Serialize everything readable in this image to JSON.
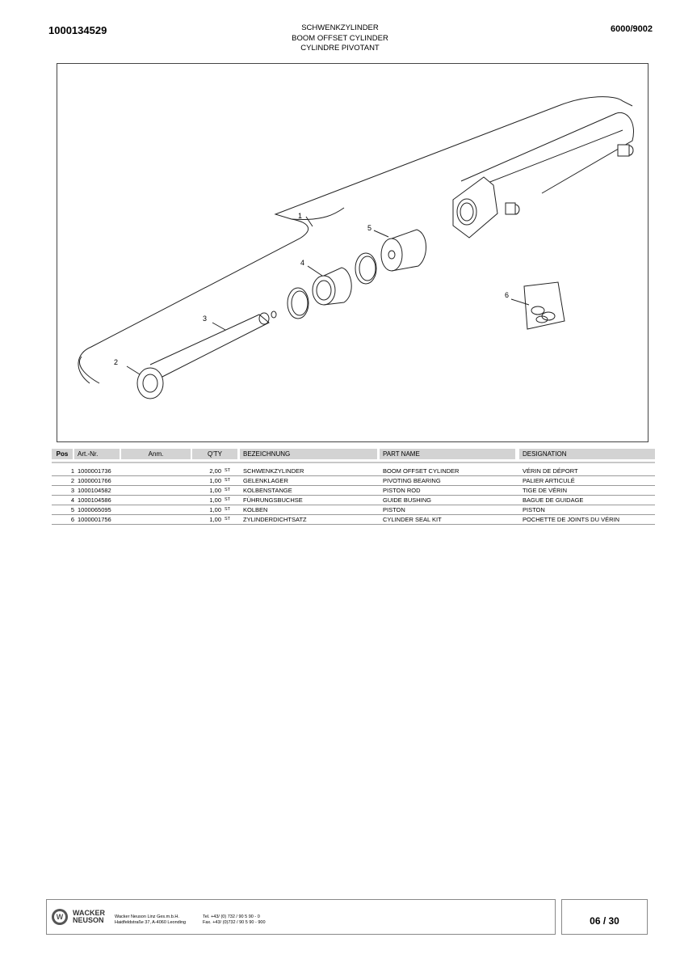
{
  "header": {
    "doc_number": "1000134529",
    "model": "6000/9002",
    "title_de": "SCHWENKZYLINDER",
    "title_en": "BOOM OFFSET CYLINDER",
    "title_fr": "CYLINDRE PIVOTANT"
  },
  "drawing": {
    "callouts": [
      "1",
      "2",
      "3",
      "4",
      "5",
      "6"
    ]
  },
  "table": {
    "headers": {
      "pos": "Pos",
      "art": "Art.-Nr.",
      "anm": "Anm.",
      "qty": "Q'TY",
      "de": "BEZEICHNUNG",
      "en": "PART NAME",
      "fr": "DESIGNATION"
    },
    "rows": [
      {
        "pos": "1",
        "art": "1000001736",
        "qty": "2,00",
        "unit": "ST",
        "de": "SCHWENKZYLINDER",
        "en": "BOOM OFFSET CYLINDER",
        "fr": "VÉRIN DE DÉPORT"
      },
      {
        "pos": "2",
        "art": "1000001766",
        "qty": "1,00",
        "unit": "ST",
        "de": "GELENKLAGER",
        "en": "PIVOTING BEARING",
        "fr": "PALIER ARTICULÉ"
      },
      {
        "pos": "3",
        "art": "1000104582",
        "qty": "1,00",
        "unit": "ST",
        "de": "KOLBENSTANGE",
        "en": "PISTON ROD",
        "fr": "TIGE DE VÉRIN"
      },
      {
        "pos": "4",
        "art": "1000104586",
        "qty": "1,00",
        "unit": "ST",
        "de": "FÜHRUNGSBUCHSE",
        "en": "GUIDE BUSHING",
        "fr": "BAGUE DE GUIDAGE"
      },
      {
        "pos": "5",
        "art": "1000065095",
        "qty": "1,00",
        "unit": "ST",
        "de": "KOLBEN",
        "en": "PISTON",
        "fr": "PISTON"
      },
      {
        "pos": "6",
        "art": "1000001756",
        "qty": "1,00",
        "unit": "ST",
        "de": "ZYLINDERDICHTSATZ",
        "en": "CYLINDER SEAL KIT",
        "fr": "POCHETTE DE JOINTS DU VÉRIN"
      }
    ]
  },
  "footer": {
    "brand_line1": "WACKER",
    "brand_line2": "NEUSON",
    "company_line1": "Wacker Neuson Linz  Ges.m.b.H.",
    "company_line2": "Haidfeldstraße 37, A-4060 Leonding",
    "tel": "Tel. +43/ (0) 732 / 90 5 90 - 0",
    "fax": "Fax. +43/ (0)732 / 90 5 90 - 900",
    "page": "06 / 30"
  }
}
